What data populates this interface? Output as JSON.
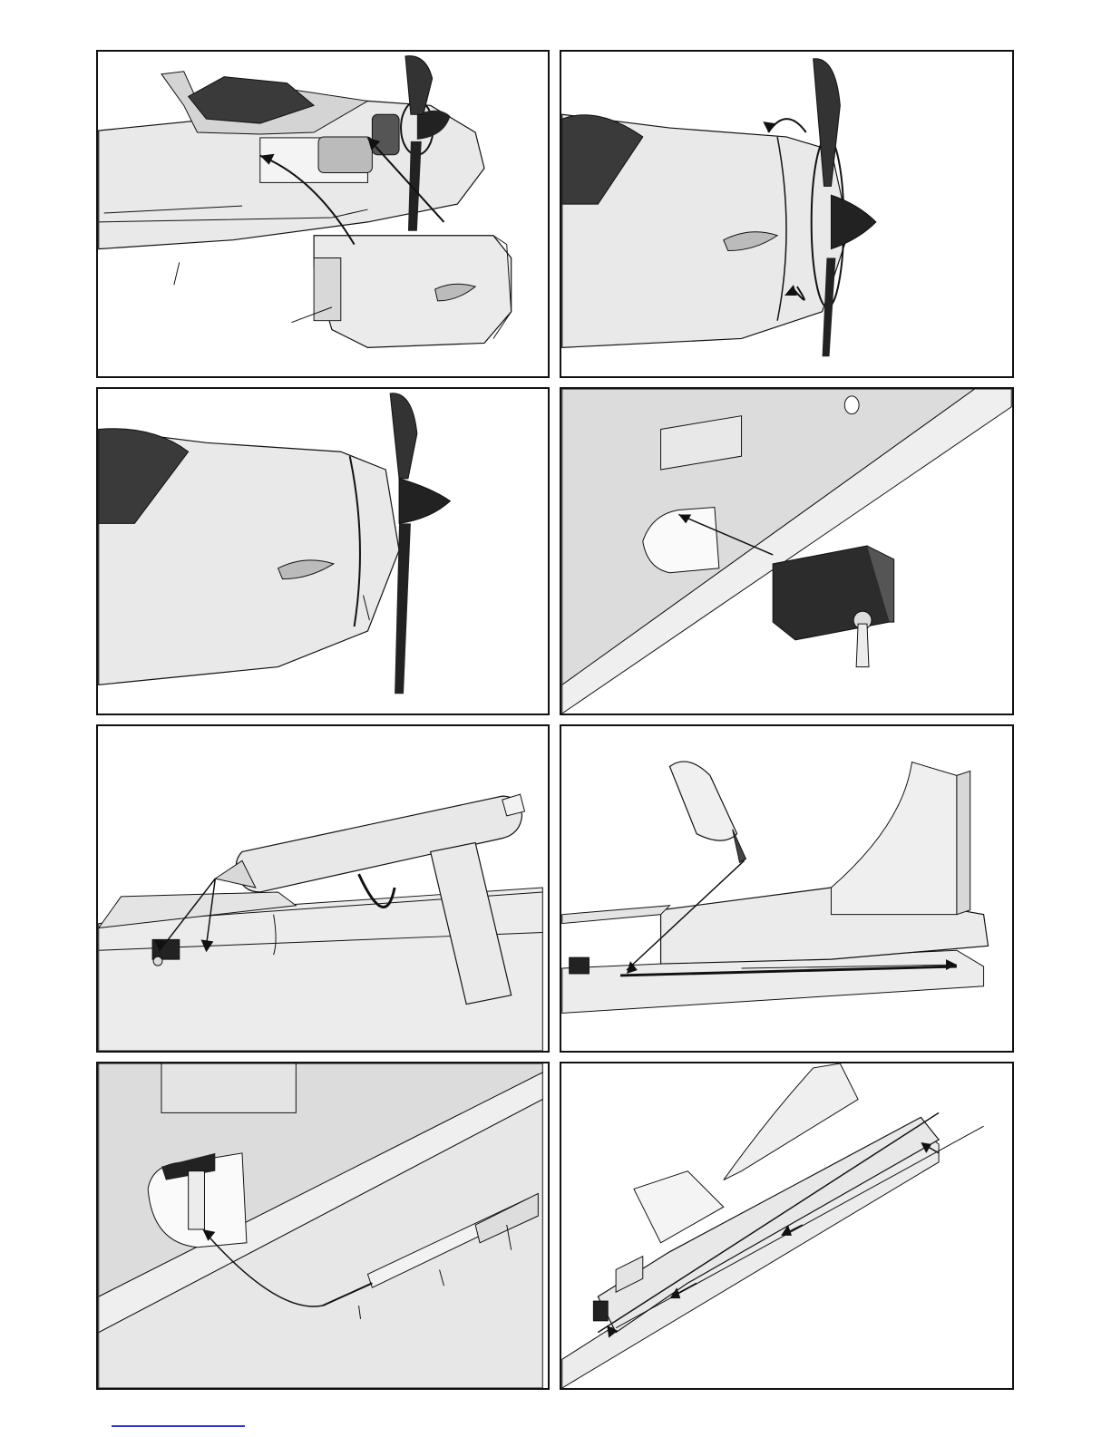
{
  "document": {
    "type": "assembly-instructions-figure-page",
    "panels": [
      {
        "id": "p1",
        "depicts": "remove-cowling-icon"
      },
      {
        "id": "p2",
        "depicts": "rotate-cowling-icon"
      },
      {
        "id": "p3",
        "depicts": "cowling-installed-icon"
      },
      {
        "id": "p4",
        "depicts": "insert-servo-icon"
      },
      {
        "id": "p5",
        "depicts": "hot-glue-servo-icon"
      },
      {
        "id": "p6",
        "depicts": "glue-pushrod-tube-icon"
      },
      {
        "id": "p7",
        "depicts": "connect-pushrod-icon"
      },
      {
        "id": "p8",
        "depicts": "route-pushrod-icon"
      }
    ]
  },
  "colors": {
    "line": "#111111",
    "light_fill": "#e9e9e9",
    "mid_fill": "#d4d4d4",
    "dark_fill": "#3a3a3a",
    "footer_link": "#2d37d8"
  }
}
